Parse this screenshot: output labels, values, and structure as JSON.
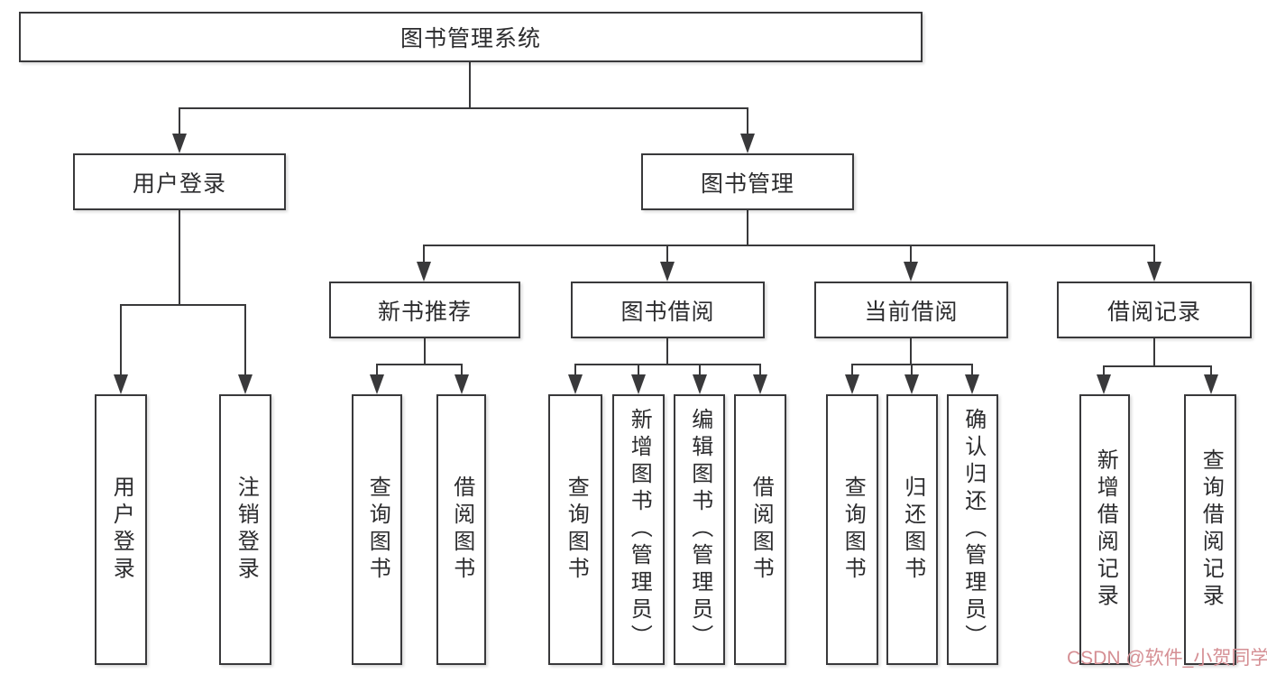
{
  "root": {
    "label": "图书管理系统"
  },
  "level2": {
    "user_login": {
      "label": "用户登录"
    },
    "book_mgmt": {
      "label": "图书管理"
    }
  },
  "level3": {
    "new_book": {
      "label": "新书推荐"
    },
    "borrow": {
      "label": "图书借阅"
    },
    "current": {
      "label": "当前借阅"
    },
    "records": {
      "label": "借阅记录"
    }
  },
  "leaves": {
    "login": [
      "用户登录",
      "注销登录"
    ],
    "new_book": [
      "查询图书",
      "借阅图书"
    ],
    "borrow": [
      "查询图书",
      "新增图书（管理员）",
      "编辑图书（管理员）",
      "借阅图书"
    ],
    "current": [
      "查询图书",
      "归还图书",
      "确认归还（管理员）"
    ],
    "records": [
      "新增借阅记录",
      "查询借阅记录"
    ]
  },
  "watermark": {
    "text": "CSDN @软件_小贺同学",
    "color": "#d58f94"
  },
  "colors": {
    "stroke": "#39393b",
    "text": "#2c2c2e",
    "background": "#ffffff"
  }
}
